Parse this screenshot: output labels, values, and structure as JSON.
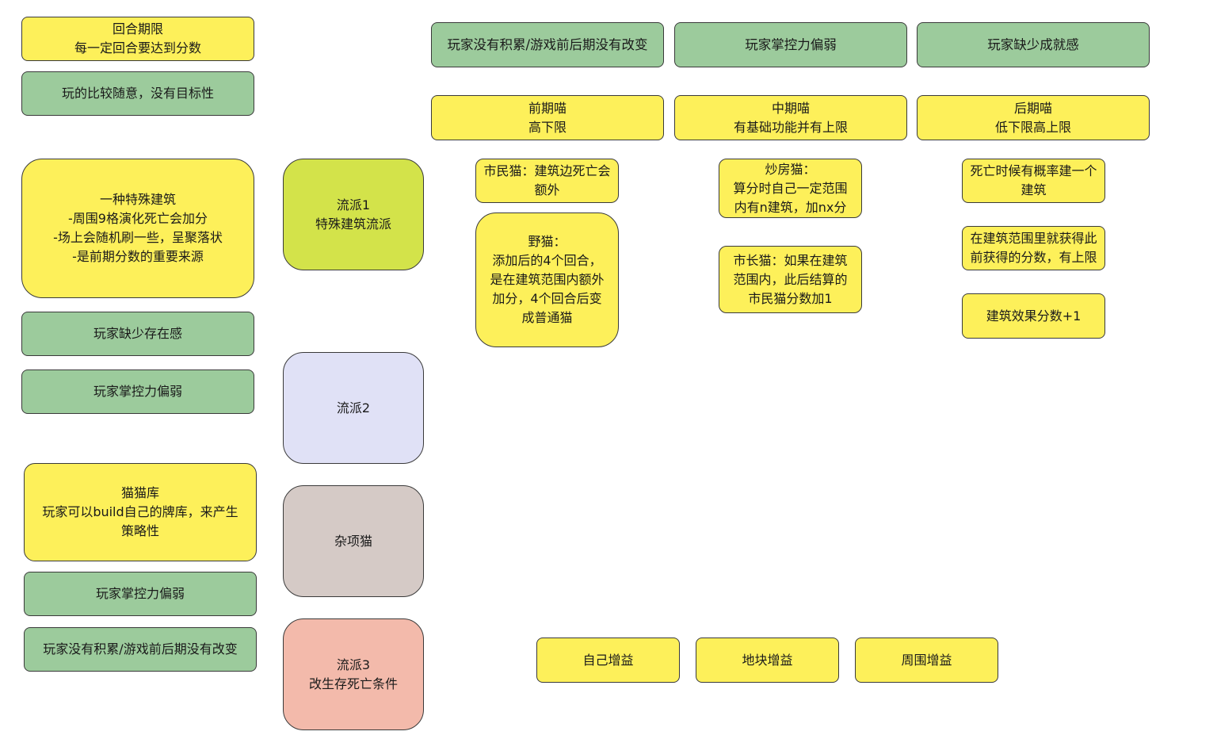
{
  "left_column": {
    "round_limit": [
      "回合期限",
      "每一定回合要达到分数"
    ],
    "random_play": [
      "玩的比较随意，没有目标性"
    ],
    "special_building": [
      "一种特殊建筑",
      "-周围9格演化死亡会加分",
      "-场上会随机刷一些，呈聚落状",
      "-是前期分数的重要来源"
    ],
    "lack_presence": [
      "玩家缺少存在感"
    ],
    "weak_control_1": [
      "玩家掌控力偏弱"
    ],
    "cat_deck": [
      "猫猫库",
      "玩家可以build自己的牌库，来产生",
      "策略性"
    ],
    "weak_control_2": [
      "玩家掌控力偏弱"
    ],
    "no_accumulation": [
      "玩家没有积累/游戏前后期没有改变"
    ]
  },
  "schools": {
    "school_1": [
      "流派1",
      "特殊建筑流派"
    ],
    "school_2": [
      "流派2"
    ],
    "misc_cats": [
      "杂项猫"
    ],
    "school_3": [
      "流派3",
      "改生存死亡条件"
    ]
  },
  "top_problems": {
    "no_accumulation": [
      "玩家没有积累/游戏前后期没有改变"
    ],
    "weak_control": [
      "玩家掌控力偏弱"
    ],
    "no_achievement": [
      "玩家缺少成就感"
    ]
  },
  "phases": {
    "early": [
      "前期喵",
      "高下限"
    ],
    "mid": [
      "中期喵",
      "有基础功能并有上限"
    ],
    "late": [
      "后期喵",
      "低下限高上限"
    ]
  },
  "cards": {
    "citizen_cat": [
      "市民猫：建筑边死亡会",
      "额外"
    ],
    "wild_cat": [
      "野猫：",
      "添加后的4个回合，",
      "是在建筑范围内额外",
      "加分，4个回合后变",
      "成普通猫"
    ],
    "house_flipper_cat": [
      "炒房猫：",
      "算分时自己一定范围",
      "内有n建筑，加nx分"
    ],
    "mayor_cat": [
      "市长猫：如果在建筑",
      "范围内，此后结算的",
      "市民猫分数加1"
    ],
    "death_build": [
      "死亡时候有概率建一个",
      "建筑"
    ],
    "in_range_score": [
      "在建筑范围里就获得此",
      "前获得的分数，有上限"
    ],
    "building_bonus": [
      "建筑效果分数+1"
    ]
  },
  "buffs": {
    "self": [
      "自己增益"
    ],
    "tile": [
      "地块增益"
    ],
    "around": [
      "周围增益"
    ]
  },
  "colors": {
    "yellow": "#fdf05a",
    "green": "#9ccb9c",
    "lime": "#d3e34a",
    "lavender": "#e0e1f6",
    "taupe": "#d5cac6",
    "salmon": "#f3baab",
    "border": "#3a3a3a"
  }
}
